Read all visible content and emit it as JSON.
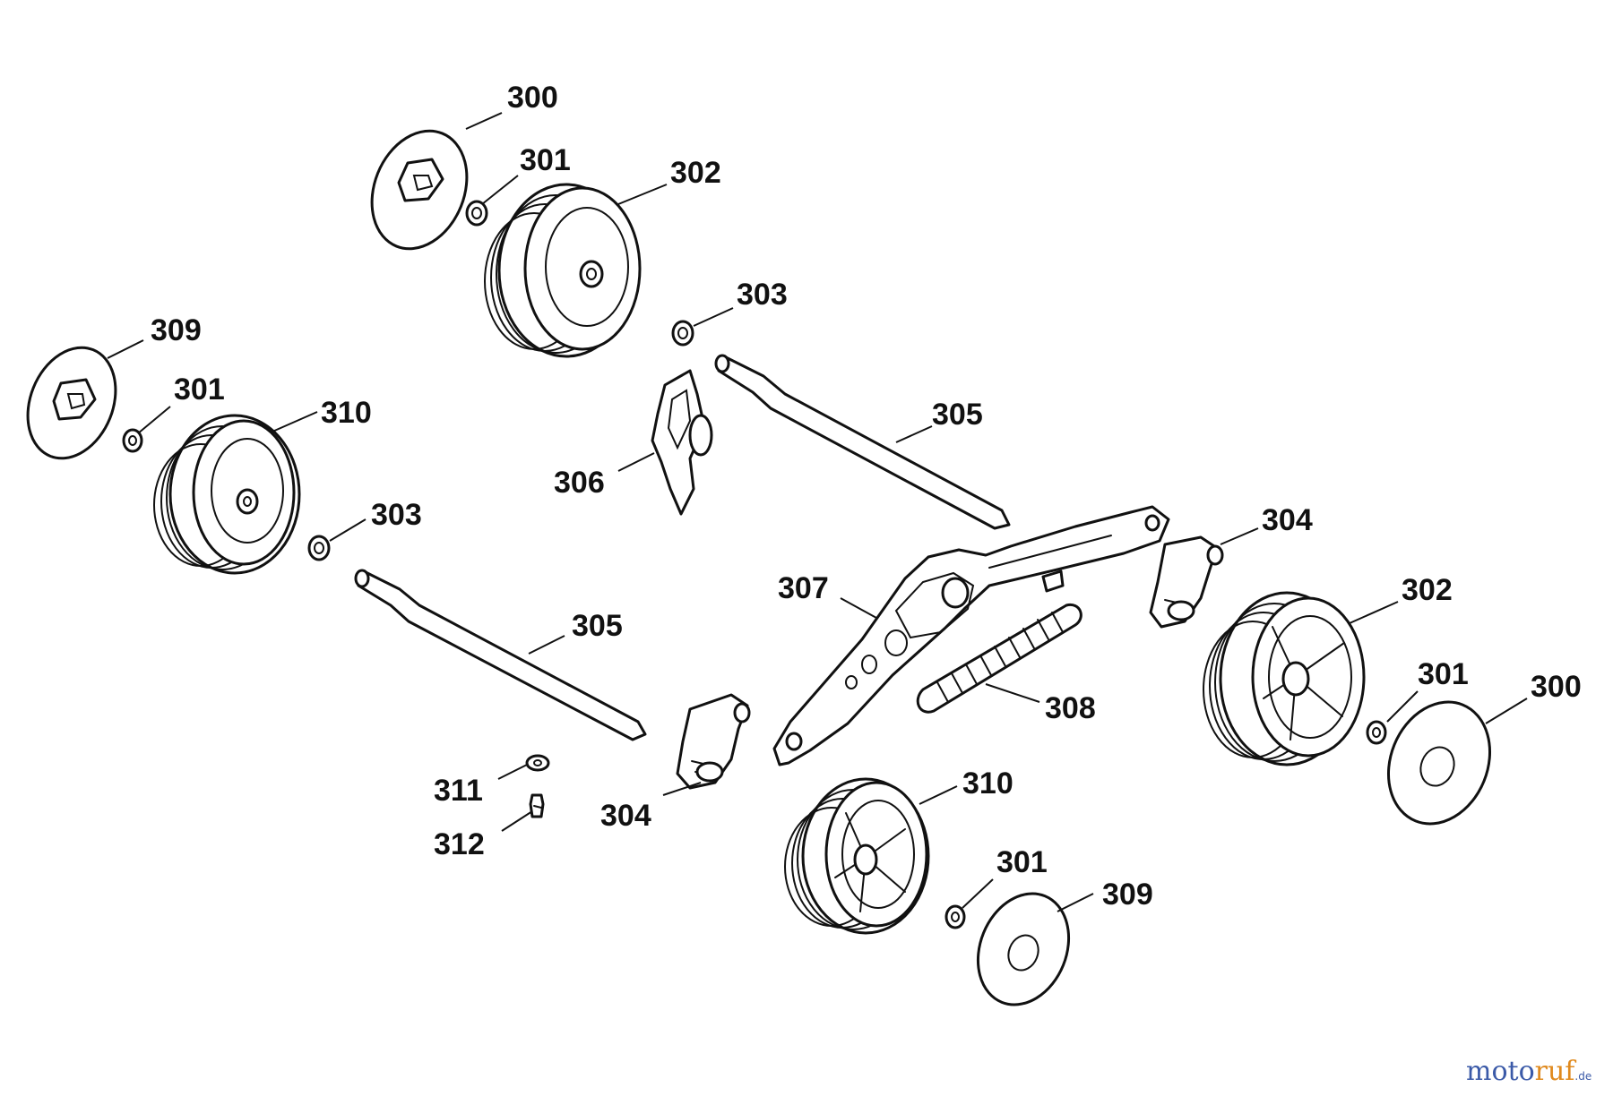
{
  "diagram": {
    "type": "exploded-parts-view",
    "callouts": {
      "disc_top": "300",
      "nut_top": "301",
      "wheel_rear_top": "302",
      "washer_top": "303",
      "disc_left": "309",
      "nut_left": "301",
      "wheel_front_left": "310",
      "washer_left": "303",
      "bracket_top": "306",
      "axle_top": "305",
      "axle_bottom": "305",
      "bracket_right": "304",
      "bracket_bottom": "304",
      "lever_frame": "307",
      "spring": "308",
      "wheel_rear_right": "302",
      "nut_right": "301",
      "disc_right": "300",
      "wheel_front_bottom": "310",
      "nut_bottom": "301",
      "disc_bottom": "309",
      "washer_small": "311",
      "screw": "312"
    }
  },
  "watermark": {
    "part1": "moto",
    "part2": "ruf",
    "suffix": ".de"
  },
  "colors": {
    "line": "#111111",
    "background": "#ffffff",
    "brand_blue": "#3b5aa8",
    "brand_orange": "#e08a1e"
  }
}
